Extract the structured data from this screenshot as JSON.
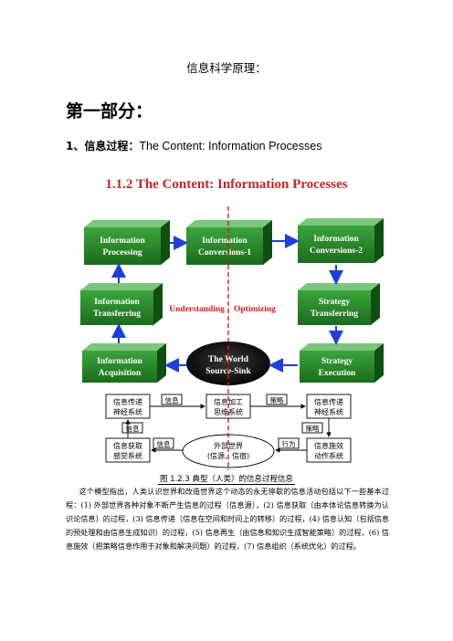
{
  "subject": "信息科学原理：",
  "part_heading": "第一部分：",
  "section": {
    "label": "1、信息过程：",
    "title": "The Content: Information Processes"
  },
  "figure": {
    "title": "1.1.2 The Content: Information Processes",
    "boxes": {
      "processing": [
        "Information",
        "Processing"
      ],
      "conversions1": [
        "Information",
        "Conversions-1"
      ],
      "conversions2": [
        "Information",
        "Conversions-2"
      ],
      "transferring": [
        "Information",
        "Transferring"
      ],
      "strategy_transferring": [
        "Strategy",
        "Transferring"
      ],
      "acquisition": [
        "Information",
        "Acquisition"
      ],
      "world": [
        "The World",
        "Source-Sink"
      ],
      "execution": [
        "Strategy",
        "Execution"
      ]
    },
    "understanding": "Understanding",
    "optimizing": "Optimizing"
  },
  "flow": {
    "nerve_left": [
      "信息传递",
      "神经系统"
    ],
    "think": [
      "信息加工",
      "思维系统"
    ],
    "nerve_right": [
      "信息传递",
      "神经系统"
    ],
    "sense": [
      "信息获取",
      "感觉系统"
    ],
    "act": [
      "信息施效",
      "动作系统"
    ],
    "world": [
      "外部世界",
      "(信源、信宿)"
    ],
    "lbl_info_top": "信息",
    "lbl_strategy_top": "策略",
    "lbl_info_left": "信息",
    "lbl_strategy_right": "策略",
    "lbl_info_bottom": "信息",
    "lbl_action": "行为"
  },
  "caption": "图 1.2.3  典型（人类）的信息过程信息",
  "paragraph": "这个模型指出，人类认识世界和改造世界这个动态的永无停歇的信息活动包括以下一些基本过程：(1) 外部世界各种对象不断产生信息的过程（信息源），(2) 信息获取（由本体论信息转换为认识论信息）的过程，(3) 信息传递（信息在空间和时间上的转移）的过程，(4) 信息认知（包括信息的预处理和由信息生成知识）的过程，(5) 信息再生（由信息和知识生成智能策略）的过程，(6) 信息施效（把策略信息作用于对象和解决问题）的过程，(7) 信息组织（系统优化）的过程。",
  "colors": {
    "box_green": "#2e8a2e",
    "box_green_dark": "#0f4f12",
    "arrow_blue": "#1f3fd8",
    "dash_red": "#e01818",
    "title_red": "#c0262b"
  }
}
